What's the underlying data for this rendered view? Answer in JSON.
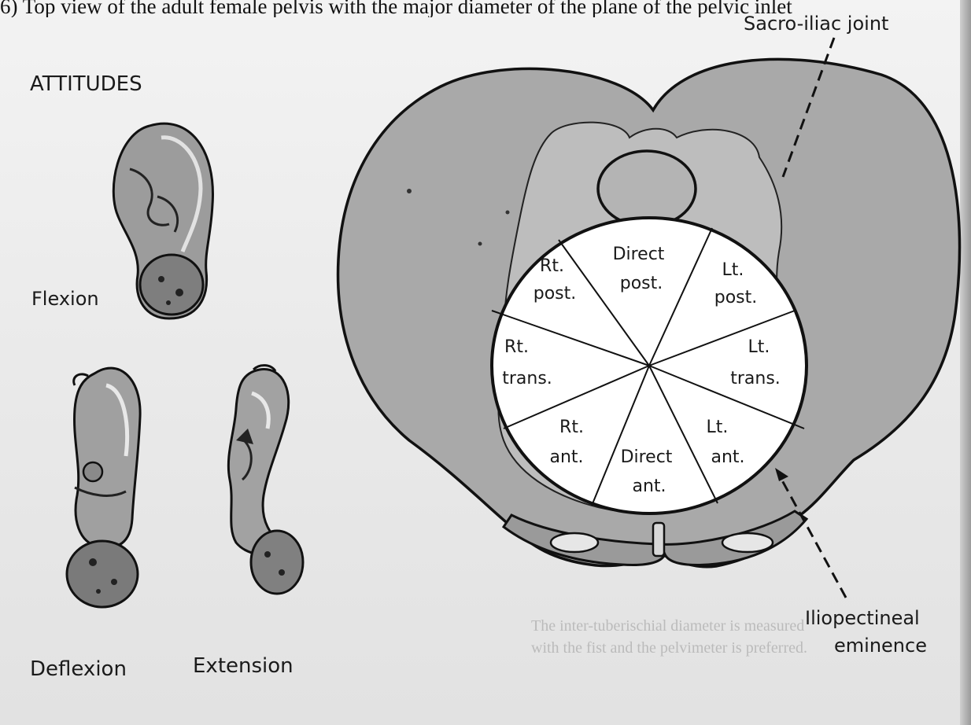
{
  "header": {
    "cut_text": "6) Top view of the adult female pelvis with the major diameter of the plane of the pelvic inlet"
  },
  "attitudes": {
    "title": "ATTITUDES",
    "flexion": "Flexion",
    "deflexion": "Deflexion",
    "extension": "Extension"
  },
  "pelvis": {
    "sacro_iliac_label": "Sacro-iliac joint",
    "iliopectineal_label_line1": "Iliopectineal",
    "iliopectineal_label_line2": "eminence",
    "zones": {
      "rt_post": [
        "Rt.",
        "post."
      ],
      "direct_post": [
        "Direct",
        "post."
      ],
      "lt_post": [
        "Lt.",
        "post."
      ],
      "rt_trans": [
        "Rt.",
        "trans."
      ],
      "lt_trans": [
        "Lt.",
        "trans."
      ],
      "rt_ant": [
        "Rt.",
        "ant."
      ],
      "direct_ant": [
        "Direct",
        "ant."
      ],
      "lt_ant": [
        "Lt.",
        "ant."
      ]
    }
  },
  "bleed_through": {
    "line1": "The inter-tuberischial diameter is measured",
    "line2": "with the fist and the pelvimeter is preferred."
  },
  "colors": {
    "bone_fill": "#a9a9a9",
    "bone_light": "#c4c4c4",
    "outline": "#111111",
    "inlet_fill": "#ffffff"
  }
}
